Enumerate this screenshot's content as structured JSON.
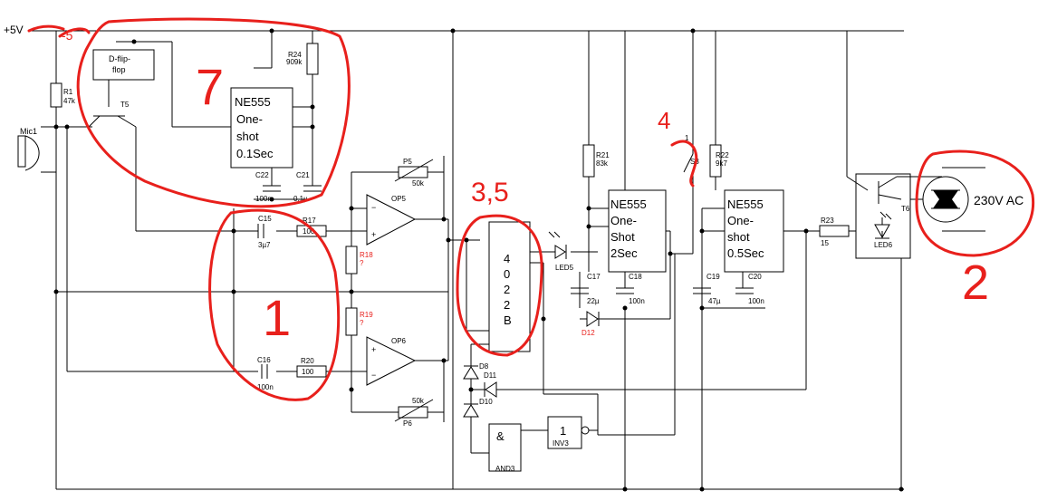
{
  "supply": "+5V",
  "supply_scribble": "-5",
  "components": {
    "mic": "Mic1",
    "r1": {
      "name": "R1",
      "value": "47k"
    },
    "ff": {
      "line1": "D-flip-",
      "line2": "flop"
    },
    "transistor": "T5",
    "r24": {
      "name": "R24",
      "value": "909k"
    },
    "ne555_a": {
      "l1": "NE555",
      "l2": "One-",
      "l3": "shot",
      "l4": "0.1Sec"
    },
    "c22": {
      "name": "C22",
      "value": "100n"
    },
    "c21": {
      "name": "C21",
      "value": "0.1µ"
    },
    "c15": {
      "name": "C15",
      "value": "3µ7"
    },
    "r17": {
      "name": "R17",
      "value": "100"
    },
    "r18": {
      "name": "R18",
      "value": "?"
    },
    "r19": {
      "name": "R19",
      "value": "?"
    },
    "c16": {
      "name": "C16",
      "value": "100n"
    },
    "r20": {
      "name": "R20",
      "value": "100"
    },
    "op5": "OP5",
    "op6": "OP6",
    "p5": {
      "name": "P5",
      "value": "50k"
    },
    "p6": {
      "name": "P6",
      "value": "50k"
    },
    "ic4022": [
      "4",
      "0",
      "2",
      "2",
      "B"
    ],
    "led5": "LED5",
    "r21": {
      "name": "R21",
      "value": "83k"
    },
    "ne555_b": {
      "l1": "NE555",
      "l2": "One-",
      "l3": "Shot",
      "l4": "2Sec"
    },
    "c17": {
      "name": "C17",
      "value": "22µ"
    },
    "c18": {
      "name": "C18",
      "value": "100n"
    },
    "d12": "D12",
    "s3": {
      "name": "S3",
      "pin": "1"
    },
    "r22": {
      "name": "R22",
      "value": "9k7"
    },
    "ne555_c": {
      "l1": "NE555",
      "l2": "One-",
      "l3": "shot",
      "l4": "0.5Sec"
    },
    "c19": {
      "name": "C19",
      "value": "47µ"
    },
    "c20": {
      "name": "C20",
      "value": "100n"
    },
    "r23": {
      "name": "R23",
      "value": "15"
    },
    "led6": "LED6",
    "t6": "T6",
    "d8": "D8",
    "d11": "D11",
    "d10": "D10",
    "and3": {
      "symbol": "&",
      "name": "AND3"
    },
    "inv3": {
      "symbol": "1",
      "name": "INV3"
    },
    "triac_out": "230V AC"
  },
  "annotations": {
    "n7": "7",
    "n1": "1",
    "n35": "3,5",
    "n4": "4",
    "n2": "2"
  }
}
